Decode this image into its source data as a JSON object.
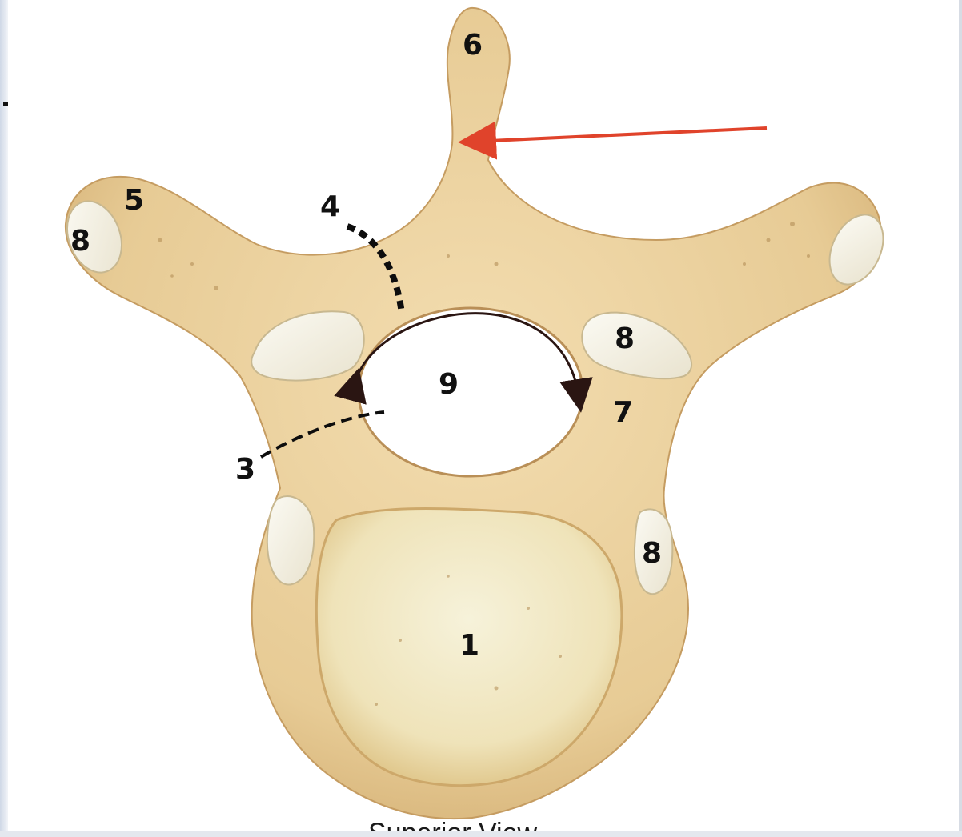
{
  "labels": {
    "body": "1",
    "lamina": "3",
    "pedicle_arc": "4",
    "transverse_process": "5",
    "spinous_process": "6",
    "pedicle": "7",
    "facet_left_tp": "8",
    "facet_superior_right": "8",
    "facet_body_right": "8",
    "foramen": "9"
  },
  "caption": "Superior View",
  "colors": {
    "bone": "#ecd3a3",
    "bone_shadow": "#c9a26a",
    "facet": "#f4f1e6",
    "body_center": "#f1ebc9",
    "label": "#111111",
    "arrow": "#e0432b"
  }
}
